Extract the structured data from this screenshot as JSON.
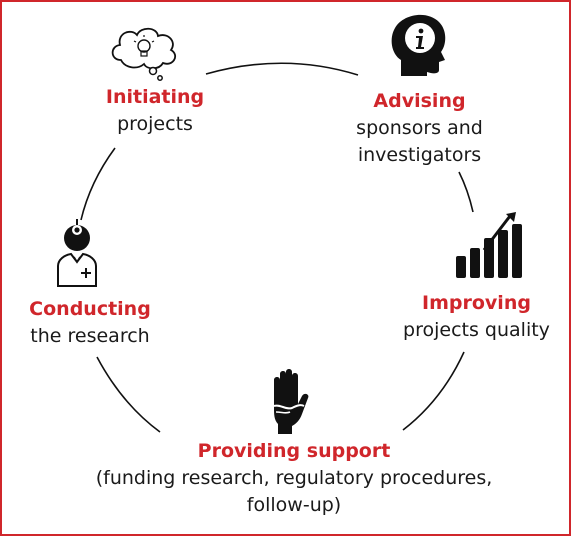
{
  "colors": {
    "accent": "#d0262b",
    "text": "#1a1a1a",
    "line": "#111111"
  },
  "nodes": [
    {
      "id": "initiating",
      "icon": "lightbulb-thought-icon",
      "title": "Initiating",
      "desc": [
        "projects"
      ]
    },
    {
      "id": "advising",
      "icon": "head-info-icon",
      "title": "Advising",
      "desc": [
        "sponsors and",
        "investigators"
      ]
    },
    {
      "id": "improving",
      "icon": "bar-chart-growth-icon",
      "title": "Improving",
      "desc": [
        "projects quality"
      ]
    },
    {
      "id": "providing",
      "icon": "helping-hand-icon",
      "title": "Providing support",
      "desc": [
        "(funding research, regulatory procedures,",
        "follow-up)"
      ]
    },
    {
      "id": "conducting",
      "icon": "doctor-icon",
      "title": "Conducting",
      "desc": [
        "the research"
      ]
    }
  ]
}
